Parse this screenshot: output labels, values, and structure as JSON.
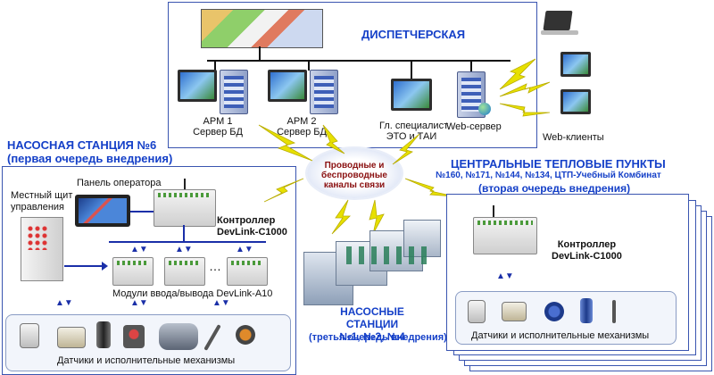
{
  "dispatch": {
    "title": "ДИСПЕТЧЕРСКАЯ",
    "arm1": [
      "АРМ 1",
      "Сервер БД"
    ],
    "arm2": [
      "АРМ 2",
      "Сервер БД"
    ],
    "specialist": [
      "Гл. специалист",
      "ЭТО и ТАИ"
    ],
    "webserver": "Web-сервер"
  },
  "web_clients": "Web-клиенты",
  "cloud": [
    "Проводные и",
    "беспроводные",
    "каналы связи"
  ],
  "left_station": {
    "title": "НАСОСНАЯ СТАНЦИЯ №6",
    "subtitle": "(первая очередь внедрения)",
    "operator_panel": "Панель оператора",
    "local_shield": [
      "Местный щит",
      "управления"
    ],
    "controller": [
      "Контроллер",
      "DevLink-C1000"
    ],
    "ellipsis": "…",
    "modules": "Модули ввода/вывода DevLink-A10",
    "sensors": "Датчики и исполнительные механизмы"
  },
  "central": {
    "title": "ЦЕНТРАЛЬНЫЕ ТЕПЛОВЫЕ ПУНКТЫ",
    "numbers": "№160, №171, №144, №134, ЦТП-Учебный Комбинат",
    "subtitle": "(вторая очередь внедрения)",
    "controller": [
      "Контроллер",
      "DevLink-C1000"
    ],
    "sensors": "Датчики и исполнительные механизмы"
  },
  "pump_stations": {
    "title": [
      "НАСОСНЫЕ СТАНЦИИ",
      "№1, №2, №4"
    ],
    "subtitle": "(третья очередь внедрения)"
  },
  "colors": {
    "accent_blue": "#1540c8",
    "cloud_text": "#8a1010",
    "link_arrow": "#1a2fa8",
    "lightning": "#e7e000"
  }
}
